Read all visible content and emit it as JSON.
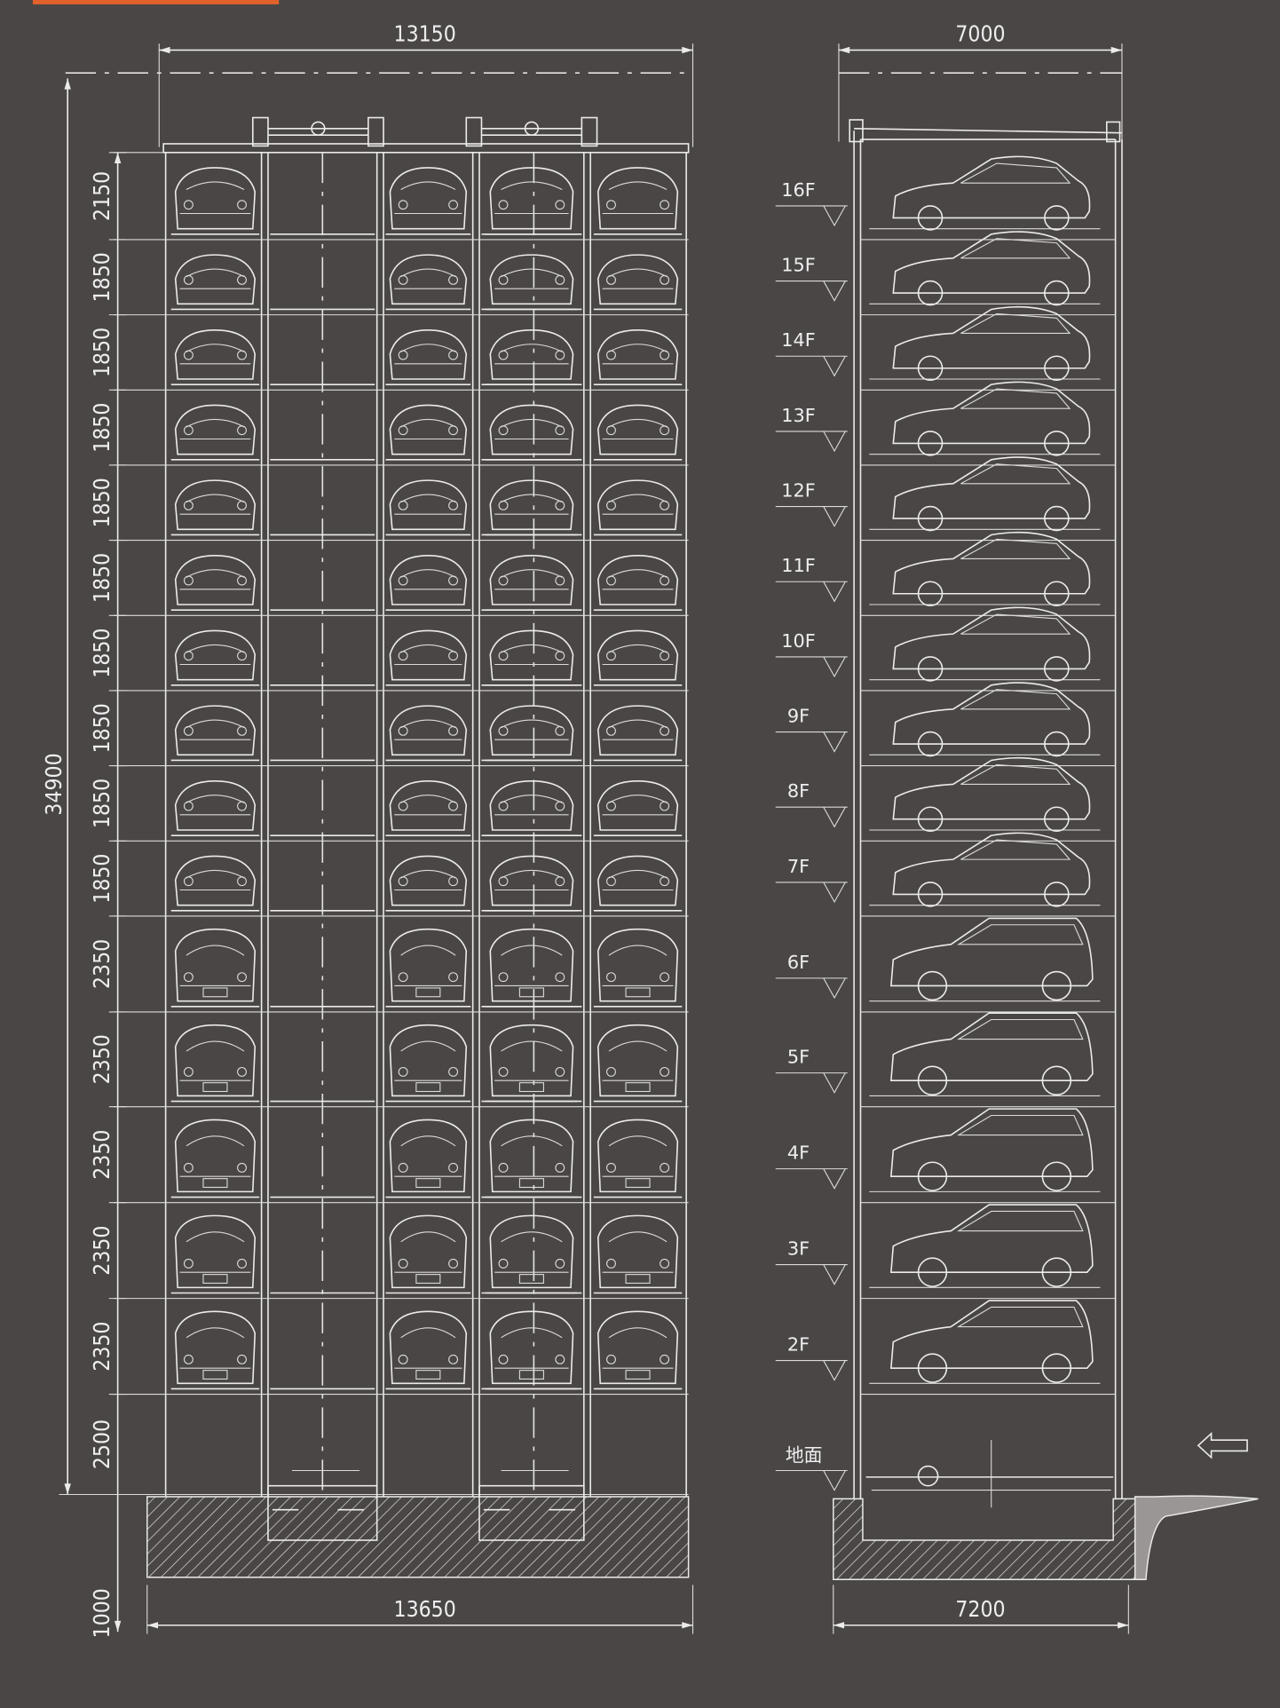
{
  "accent_bar_color": "#e0622a",
  "background_color": "#4a4646",
  "line_color": "#ecebea",
  "front_elevation": {
    "top_width_label": "13150",
    "bottom_width_label": "13650",
    "overall_height_label": "34900",
    "level_heights": [
      "2150",
      "1850",
      "1850",
      "1850",
      "1850",
      "1850",
      "1850",
      "1850",
      "1850",
      "1850",
      "2350",
      "2350",
      "2350",
      "2350",
      "2350",
      "2500",
      "1000"
    ]
  },
  "side_elevation": {
    "top_width_label": "7000",
    "bottom_width_label": "7200",
    "ground_label": "地面",
    "entry_arrow": "arrow-left-icon",
    "floors": [
      {
        "label": "16F",
        "car": "sedan"
      },
      {
        "label": "15F",
        "car": "sedan"
      },
      {
        "label": "14F",
        "car": "sedan"
      },
      {
        "label": "13F",
        "car": "sedan"
      },
      {
        "label": "12F",
        "car": "sedan"
      },
      {
        "label": "11F",
        "car": "sedan"
      },
      {
        "label": "10F",
        "car": "sedan"
      },
      {
        "label": "9F",
        "car": "sedan"
      },
      {
        "label": "8F",
        "car": "sedan"
      },
      {
        "label": "7F",
        "car": "sedan"
      },
      {
        "label": "6F",
        "car": "suv"
      },
      {
        "label": "5F",
        "car": "suv"
      },
      {
        "label": "4F",
        "car": "suv"
      },
      {
        "label": "3F",
        "car": "suv"
      },
      {
        "label": "2F",
        "car": "suv"
      }
    ]
  }
}
